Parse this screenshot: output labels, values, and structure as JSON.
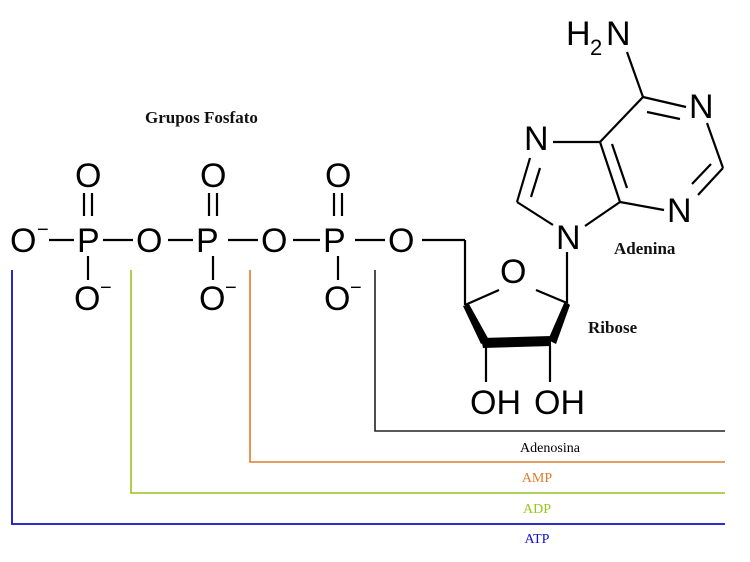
{
  "title": "Grupos Fosfato",
  "atoms": {
    "oxygen": "O",
    "phosphorus": "P",
    "nitrogen": "N",
    "hydrogen": "H",
    "charge": "−",
    "amine_sub": "2",
    "hydroxyl": "OH"
  },
  "labels": {
    "adenine": "Adenina",
    "ribose": "Ribose"
  },
  "brackets": [
    {
      "label": "Adenosina",
      "color": "#000000"
    },
    {
      "label": "AMP",
      "color": "#e07b2a"
    },
    {
      "label": "ADP",
      "color": "#9ac31c"
    },
    {
      "label": "ATP",
      "color": "#1010c8"
    }
  ]
}
